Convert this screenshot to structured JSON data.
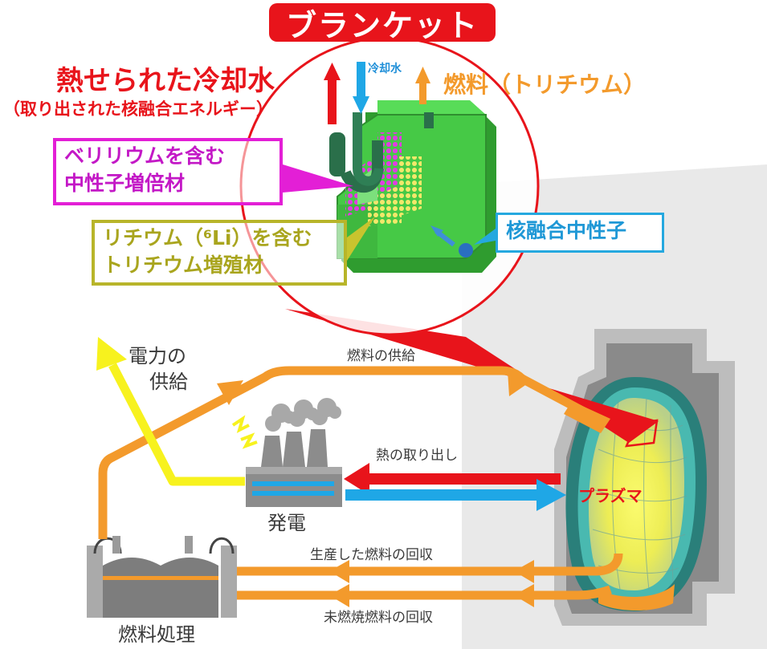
{
  "blanket_title": "ブランケット",
  "heated_coolant": "熱せられた冷却水",
  "heated_coolant_sub": "（取り出された核融合エネルギー）",
  "coolant": "冷却水",
  "fuel_tritium": "燃料（トリチウム）",
  "beryllium_line1": "ベリリウムを含む",
  "beryllium_line2": "中性子増倍材",
  "lithium_line1": "リチウム（⁶Li）を含む",
  "lithium_line2": "トリチウム増殖材",
  "fusion_neutron": "核融合中性子",
  "power_supply_line1": "電力の",
  "power_supply_line2": "供給",
  "fuel_supply": "燃料の供給",
  "heat_extraction": "熱の取り出し",
  "power_generation": "発電",
  "plasma": "プラズマ",
  "produced_fuel_recovery": "生産した燃料の回収",
  "unburned_fuel_recovery": "未燃焼燃料の回収",
  "fuel_processing": "燃料処理",
  "colors": {
    "red": "#e8141b",
    "orange": "#f39a2c",
    "blue": "#1fa7e6",
    "yellow": "#f7f21e",
    "magenta": "#e31fd6",
    "olive": "#b8b52a",
    "green": "#33cc33"
  }
}
